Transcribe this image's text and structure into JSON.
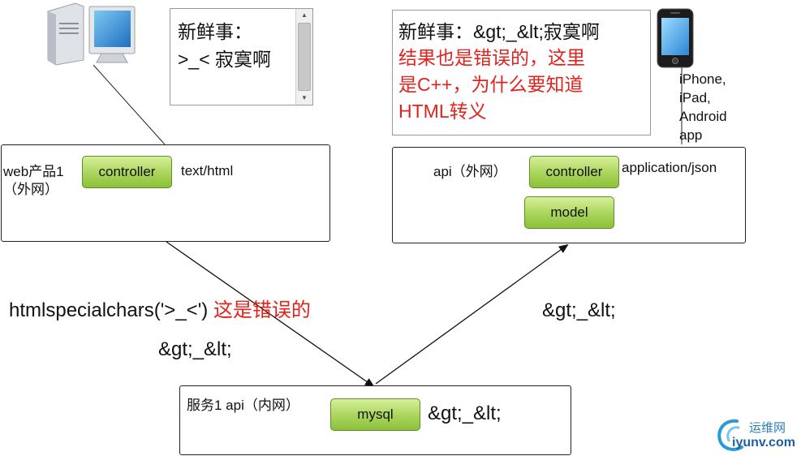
{
  "left_note": {
    "line1": "新鲜事：",
    "line2": ">_< 寂寞啊"
  },
  "right_note": {
    "line1": "新鲜事：&gt;_&lt;寂寞啊",
    "line2": "结果也是错误的，这里",
    "line3": "是C++，为什么要知道",
    "line4": "HTML转义"
  },
  "phone_labels": [
    "iPhone,",
    "iPad,",
    "Android",
    "app"
  ],
  "web_box": {
    "title_line1": "web产品1",
    "title_line2": "（外网）",
    "controller": "controller",
    "content_type": "text/html"
  },
  "api_box": {
    "title": "api（外网）",
    "controller": "controller",
    "model": "model",
    "content_type": "application/json"
  },
  "service_box": {
    "title": "服务1 api（内网）",
    "db": "mysql",
    "stored": "&gt;_&lt;"
  },
  "left_arrow": {
    "code": "htmlspecialchars('>_<')",
    "comment": "这是错误的",
    "escaped": "&gt;_&lt;"
  },
  "right_arrow": {
    "escaped": "&gt;_&lt;"
  },
  "watermark": {
    "cn": "运维网",
    "url": "iyunv.com"
  },
  "colors": {
    "pill_green": "#a9d45a",
    "error_red": "#e0231d"
  }
}
